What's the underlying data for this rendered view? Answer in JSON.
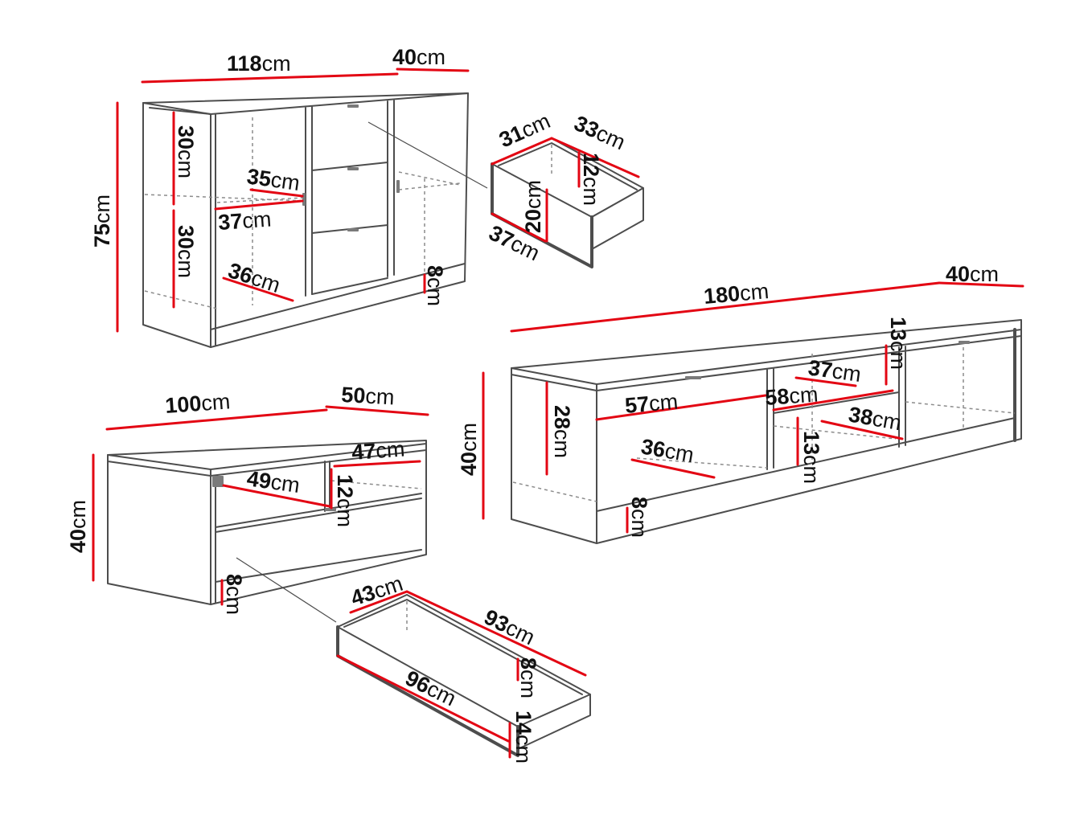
{
  "dimensions": {
    "colors": {
      "dimension_line": "#e30613",
      "outline": "#4d4d4d",
      "text": "#111111"
    },
    "sideboard": {
      "width": {
        "value": "118",
        "unit": "cm"
      },
      "depth": {
        "value": "40",
        "unit": "cm"
      },
      "height": {
        "value": "75",
        "unit": "cm"
      },
      "shelf_height_upper": {
        "value": "30",
        "unit": "cm"
      },
      "shelf_height_lower": {
        "value": "30",
        "unit": "cm"
      },
      "shelf_depth_upper": {
        "value": "35",
        "unit": "cm"
      },
      "shelf_width_upper": {
        "value": "37",
        "unit": "cm"
      },
      "shelf_depth_lower": {
        "value": "36",
        "unit": "cm"
      },
      "plinth": {
        "value": "8",
        "unit": "cm"
      }
    },
    "sideboard_drawer": {
      "width": {
        "value": "31",
        "unit": "cm"
      },
      "depth": {
        "value": "33",
        "unit": "cm"
      },
      "inner_height": {
        "value": "12",
        "unit": "cm"
      },
      "front_height": {
        "value": "20",
        "unit": "cm"
      },
      "front_width": {
        "value": "37",
        "unit": "cm"
      }
    },
    "tv_stand": {
      "width": {
        "value": "180",
        "unit": "cm"
      },
      "depth": {
        "value": "40",
        "unit": "cm"
      },
      "height": {
        "value": "40",
        "unit": "cm"
      },
      "top_compartment": {
        "value": "13",
        "unit": "cm"
      },
      "shelf_depth_upper": {
        "value": "37",
        "unit": "cm"
      },
      "compartment_width": {
        "value": "57",
        "unit": "cm"
      },
      "middle_width": {
        "value": "58",
        "unit": "cm"
      },
      "shelf_depth_right": {
        "value": "38",
        "unit": "cm"
      },
      "inner_height": {
        "value": "28",
        "unit": "cm"
      },
      "shelf_depth_bottom": {
        "value": "36",
        "unit": "cm"
      },
      "lower_compartment": {
        "value": "13",
        "unit": "cm"
      },
      "plinth": {
        "value": "8",
        "unit": "cm"
      }
    },
    "coffee_table": {
      "width": {
        "value": "100",
        "unit": "cm"
      },
      "depth": {
        "value": "50",
        "unit": "cm"
      },
      "height": {
        "value": "40",
        "unit": "cm"
      },
      "shelf_depth": {
        "value": "47",
        "unit": "cm"
      },
      "shelf_width": {
        "value": "49",
        "unit": "cm"
      },
      "shelf_height": {
        "value": "12",
        "unit": "cm"
      },
      "plinth": {
        "value": "8",
        "unit": "cm"
      }
    },
    "coffee_table_drawer": {
      "width": {
        "value": "43",
        "unit": "cm"
      },
      "length": {
        "value": "93",
        "unit": "cm"
      },
      "inner_height": {
        "value": "8",
        "unit": "cm"
      },
      "front_length": {
        "value": "96",
        "unit": "cm"
      },
      "front_height": {
        "value": "14",
        "unit": "cm"
      }
    }
  }
}
